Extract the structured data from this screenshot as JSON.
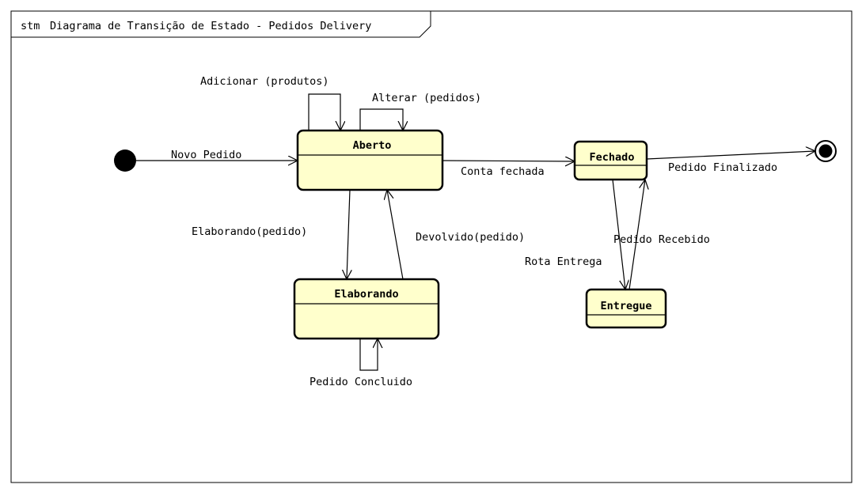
{
  "diagram": {
    "frame_keyword": "stm",
    "frame_title": "Diagrama de Transição de Estado - Pedidos Delivery",
    "states": {
      "aberto": "Aberto",
      "elaborando": "Elaborando",
      "fechado": "Fechado",
      "entregue": "Entregue"
    },
    "transitions": {
      "novo_pedido": "Novo Pedido",
      "adicionar": "Adicionar (produtos)",
      "alterar": "Alterar (pedidos)",
      "conta_fechada": "Conta fechada",
      "pedido_finalizado": "Pedido Finalizado",
      "elaborando_pedido": "Elaborando(pedido)",
      "devolvido": "Devolvido(pedido)",
      "pedido_concluido": "Pedido Concluido",
      "rota_entrega": "Rota Entrega",
      "pedido_recebido": "Pedido Recebido"
    }
  }
}
